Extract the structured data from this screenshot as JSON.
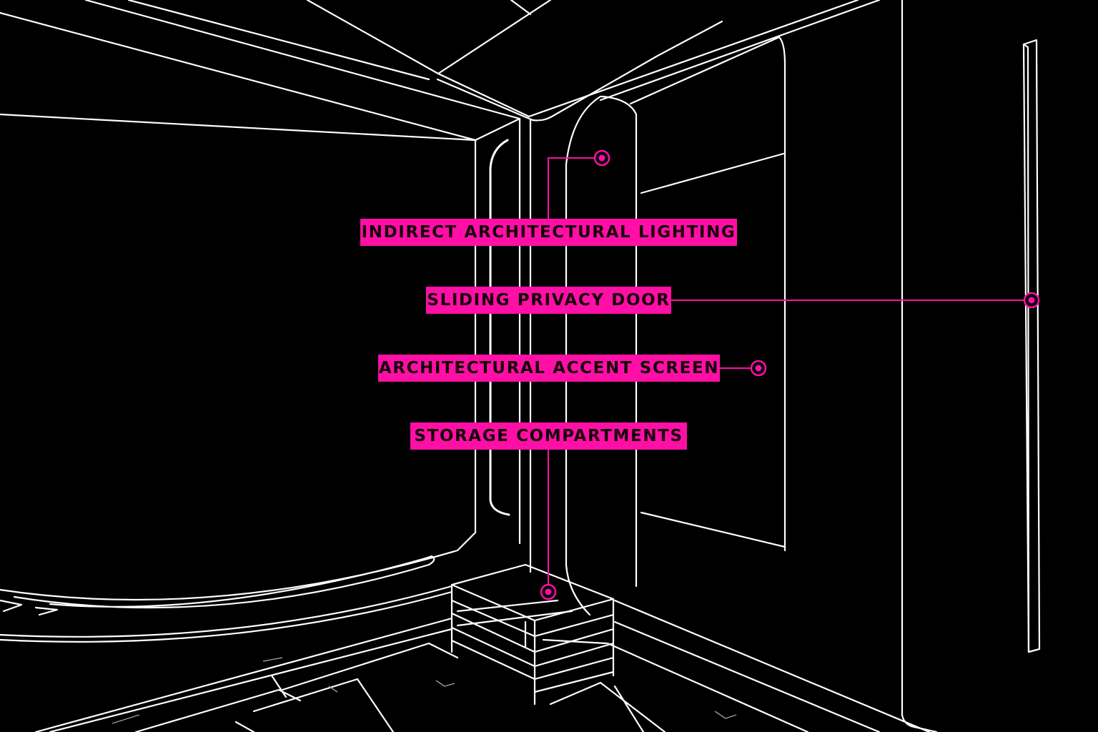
{
  "colors": {
    "background": "#000000",
    "linework": "#ffffff",
    "accent": "#ff0fa6",
    "label_text": "#140008"
  },
  "annotations": [
    {
      "id": "indirect-architectural-lighting",
      "label": "INDIRECT ARCHITECTURAL LIGHTING",
      "marker": "target-dot-icon"
    },
    {
      "id": "sliding-privacy-door",
      "label": "SLIDING PRIVACY DOOR",
      "marker": "target-dot-icon"
    },
    {
      "id": "architectural-accent-screen",
      "label": "ARCHITECTURAL ACCENT SCREEN",
      "marker": "target-dot-icon"
    },
    {
      "id": "storage-compartments",
      "label": "STORAGE COMPARTMENTS",
      "marker": "target-dot-icon"
    }
  ]
}
